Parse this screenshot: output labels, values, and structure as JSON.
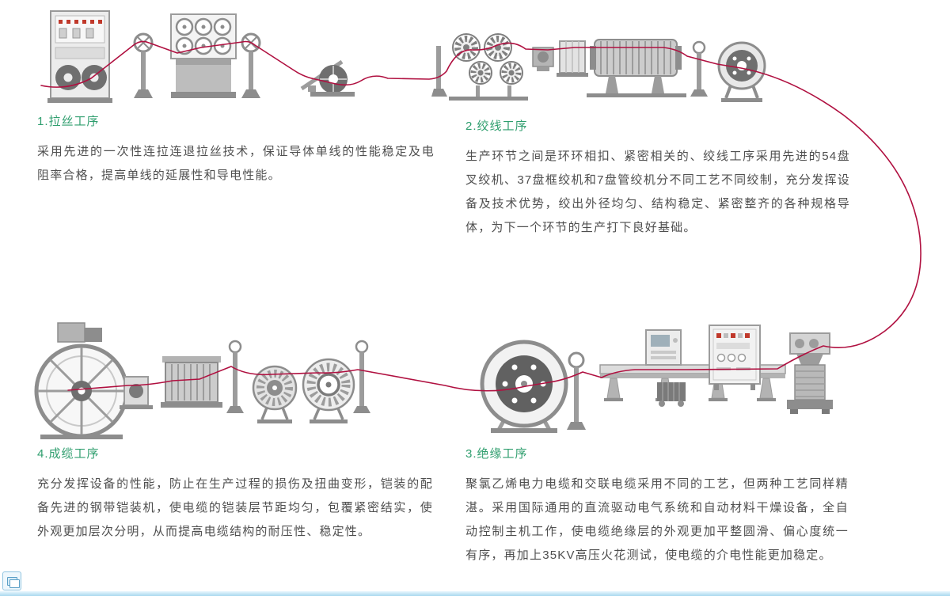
{
  "page": {
    "background": "#ffffff",
    "accent_color": "#2f9e6e",
    "text_color": "#4f4f4f",
    "flow_line_color": "#b01040",
    "machine_gray": "#9c9c9c",
    "bottom_edge_color": "#a9d9ef"
  },
  "sections": [
    {
      "title": "1.拉丝工序",
      "body": "采用先进的一次性连拉连退拉丝技术，保证导体单线的性能稳定及电阻率合格，提高单线的延展性和导电性能。",
      "illustration": "wire-drawing-line"
    },
    {
      "title": "2.绞线工序",
      "body": "生产环节之间是环环相扣、紧密相关的、绞线工序采用先进的54盘叉绞机、37盘框绞机和7盘管绞机分不同工艺不同绞制，充分发挥设备及技术优势，绞出外径均匀、结构稳定、紧密整齐的各种规格导体，为下一个环节的生产打下良好基础。",
      "illustration": "stranding-line"
    },
    {
      "title": "3.绝缘工序",
      "body": "聚氯乙烯电力电缆和交联电缆采用不同的工艺，但两种工艺同样精湛。采用国际通用的直流驱动电气系统和自动材料干燥设备，全自动控制主机工作，使电缆绝缘层的外观更加平整圆滑、偏心度统一有序，再加上35KV高压火花测试，使电缆的介电性能更加稳定。",
      "illustration": "insulation-line"
    },
    {
      "title": "4.成缆工序",
      "body": "充分发挥设备的性能，防止在生产过程的损伤及扭曲变形，铠装的配备先进的钢带铠装机，使电缆的铠装层节距均匀，包覆紧密结实，使外观更加层次分明，从而提高电缆结构的耐压性、稳定性。",
      "illustration": "cabling-line"
    }
  ],
  "icons": {
    "corner_tool": "screenshot-window-icon"
  }
}
